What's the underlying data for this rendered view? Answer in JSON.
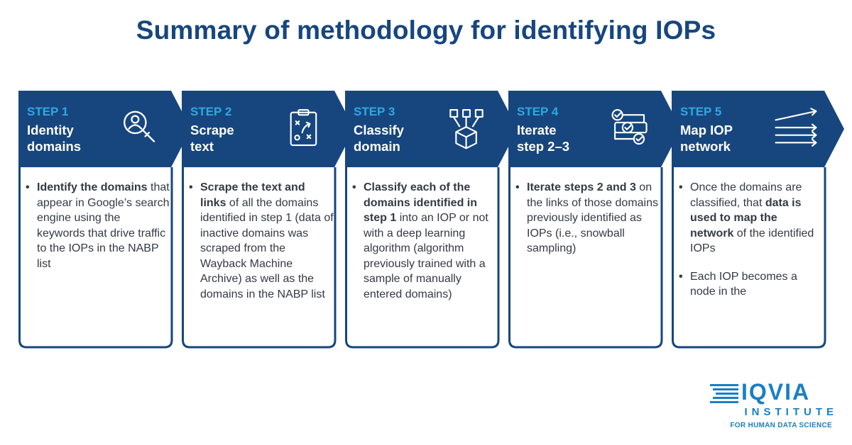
{
  "title": "Summary of methodology for identifying IOPs",
  "colors": {
    "navy": "#17467f",
    "accent": "#2fa8e0",
    "text": "#333a45"
  },
  "steps": [
    {
      "num": "STEP 1",
      "name_lines": [
        "Identity",
        "domains"
      ],
      "icon": "magnifier-person-icon",
      "bullets": [
        [
          {
            "t": "Identify the domains",
            "b": true
          },
          {
            "t": " that appear in Google’s search engine using the keywords that drive traffic to the IOPs in the NABP list",
            "b": false
          }
        ]
      ]
    },
    {
      "num": "STEP 2",
      "name_lines": [
        "Scrape",
        "text"
      ],
      "icon": "clipboard-strategy-icon",
      "bullets": [
        [
          {
            "t": "Scrape the text and links",
            "b": true
          },
          {
            "t": " of all the domains identified in step 1 (data of inactive domains was scraped from the Wayback Machine Archive) as well as the domains in the NABP list",
            "b": false
          }
        ]
      ]
    },
    {
      "num": "STEP 3",
      "name_lines": [
        "Classify",
        "domain"
      ],
      "icon": "cube-network-icon",
      "bullets": [
        [
          {
            "t": "Classify each of the domains identified in step 1",
            "b": true
          },
          {
            "t": " into an IOP or not with a deep learning algorithm (algorithm previously trained with a sample of manually entered domains)",
            "b": false
          }
        ]
      ]
    },
    {
      "num": "STEP 4",
      "name_lines": [
        "Iterate",
        "step 2–3"
      ],
      "icon": "checklist-icon",
      "bullets": [
        [
          {
            "t": "Iterate steps 2 and 3",
            "b": true
          },
          {
            "t": " on the links of those domains previously identified as IOPs (i.e., snowball sampling)",
            "b": false
          }
        ]
      ]
    },
    {
      "num": "STEP 5",
      "name_lines": [
        "Map IOP",
        "network"
      ],
      "icon": "arrows-icon",
      "bullets": [
        [
          {
            "t": "Once the domains are classified, that ",
            "b": false
          },
          {
            "t": "data is used to map the network",
            "b": true
          },
          {
            "t": " of the identified IOPs",
            "b": false
          }
        ],
        [
          {
            "t": "Each IOP becomes a node in the",
            "b": false
          }
        ]
      ]
    }
  ],
  "logo": {
    "brand": "IQVIA",
    "line2": "INSTITUTE",
    "line3": "FOR HUMAN DATA SCIENCE"
  }
}
